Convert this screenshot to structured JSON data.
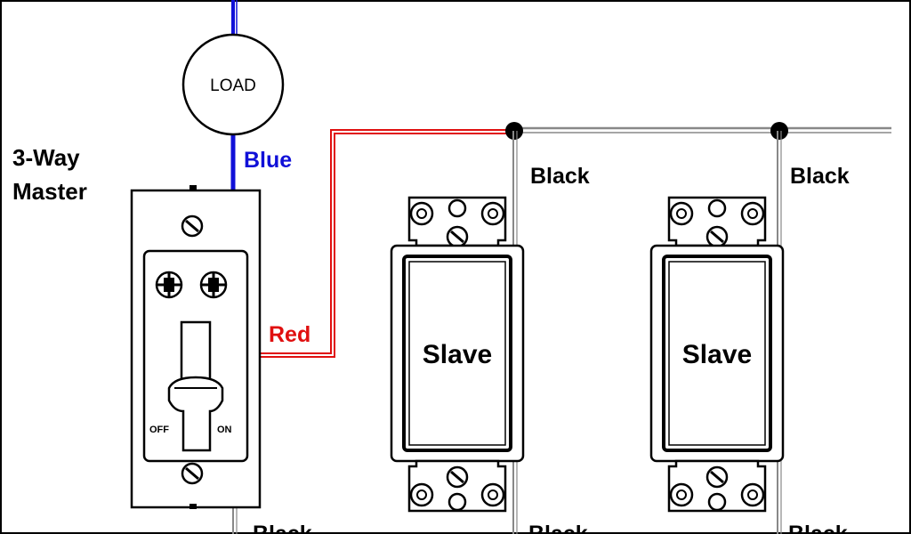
{
  "load": {
    "label": "LOAD"
  },
  "master": {
    "title_line1": "3-Way",
    "title_line2": "Master",
    "off_label": "OFF",
    "on_label": "ON"
  },
  "wires": {
    "blue_label": "Blue",
    "red_label": "Red",
    "black_label_top": "Black",
    "black_label_bottom": "Black"
  },
  "slaves": [
    {
      "label": "Slave"
    },
    {
      "label": "Slave"
    }
  ],
  "colors": {
    "blue": "#1010d8",
    "red": "#e01010",
    "line": "#000000",
    "gray_wire": "#888888"
  }
}
